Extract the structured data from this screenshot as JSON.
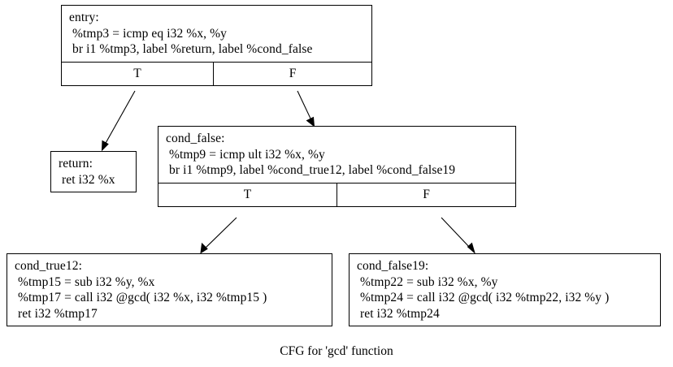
{
  "caption": "CFG for 'gcd' function",
  "graph": {
    "nodes": [
      {
        "id": "entry",
        "label": "entry:",
        "lines": [
          "entry:",
          "%tmp3 = icmp eq i32 %x, %y",
          "br i1 %tmp3, label %return, label %cond_false"
        ],
        "ports": [
          "T",
          "F"
        ]
      },
      {
        "id": "return",
        "label": "return:",
        "lines": [
          "return:",
          "ret i32 %x"
        ],
        "ports": []
      },
      {
        "id": "cond_false",
        "label": "cond_false:",
        "lines": [
          "cond_false:",
          "%tmp9 = icmp ult i32 %x, %y",
          "br i1 %tmp9, label %cond_true12, label %cond_false19"
        ],
        "ports": [
          "T",
          "F"
        ]
      },
      {
        "id": "cond_true12",
        "label": "cond_true12:",
        "lines": [
          "cond_true12:",
          "%tmp15 = sub i32 %y, %x",
          "%tmp17 = call i32 @gcd( i32 %x, i32 %tmp15 )",
          "ret i32 %tmp17"
        ],
        "ports": []
      },
      {
        "id": "cond_false19",
        "label": "cond_false19:",
        "lines": [
          "cond_false19:",
          "%tmp22 = sub i32 %x, %y",
          "%tmp24 = call i32 @gcd( i32 %tmp22, i32 %y )",
          "ret i32 %tmp24"
        ],
        "ports": []
      }
    ],
    "edges": [
      {
        "from": "entry",
        "port": "T",
        "to": "return"
      },
      {
        "from": "entry",
        "port": "F",
        "to": "cond_false"
      },
      {
        "from": "cond_false",
        "port": "T",
        "to": "cond_true12"
      },
      {
        "from": "cond_false",
        "port": "F",
        "to": "cond_false19"
      }
    ],
    "colors": {
      "node_border": "#000000",
      "node_fill": "#ffffff",
      "edge": "#000000",
      "text": "#000000",
      "background": "#ffffff"
    }
  }
}
